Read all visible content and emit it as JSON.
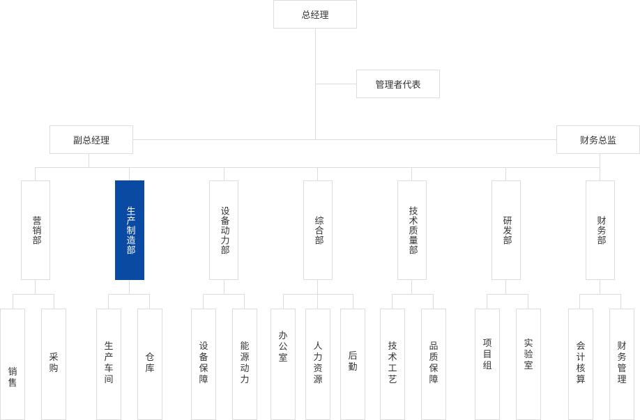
{
  "top": {
    "label": "总经理"
  },
  "rep": {
    "label": "管理者代表"
  },
  "deputy": {
    "label": "副总经理"
  },
  "cfo": {
    "label": "财务总监"
  },
  "colors": {
    "line": "#dcdcdc",
    "active": "#0b4aa2",
    "text": "#333333"
  },
  "departments": [
    {
      "label": "营销部",
      "children": [
        "销售",
        "采购"
      ]
    },
    {
      "label": "生产制造部",
      "active": true,
      "children": [
        "生产车间",
        "仓库"
      ]
    },
    {
      "label": "设备动力部",
      "children": [
        "设备保障",
        "能源动力"
      ]
    },
    {
      "label": "综合部",
      "children": [
        "办公室",
        "人力资源",
        "后勤"
      ]
    },
    {
      "label": "技术质量部",
      "children": [
        "技术工艺",
        "品质保障"
      ]
    },
    {
      "label": "研发部",
      "children": [
        "项目组",
        "实验室"
      ]
    },
    {
      "label": "财务部",
      "children": [
        "会计核算",
        "财务管理"
      ]
    }
  ]
}
